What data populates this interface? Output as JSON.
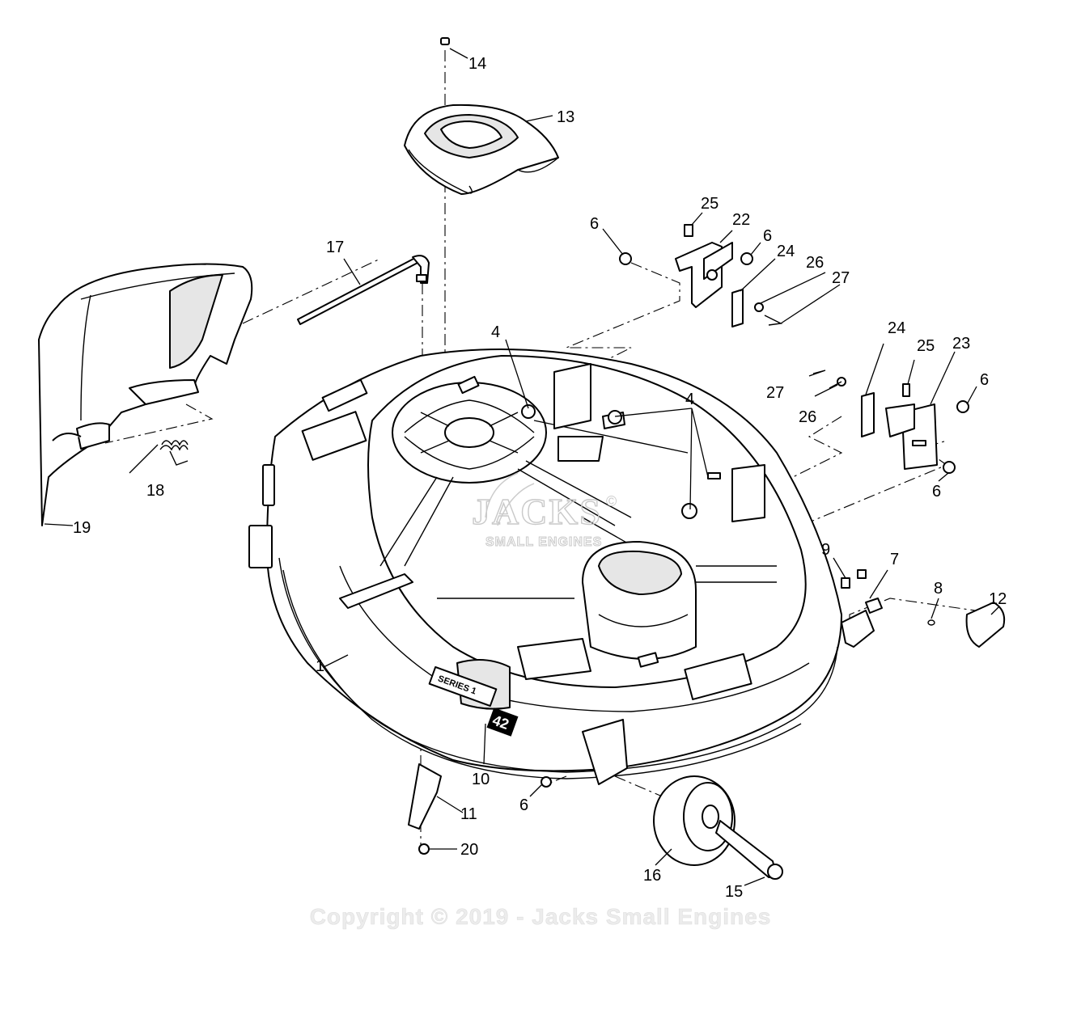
{
  "diagram": {
    "callouts": [
      "1",
      "4",
      "4",
      "6",
      "6",
      "6",
      "6",
      "6",
      "7",
      "8",
      "9",
      "10",
      "11",
      "12",
      "13",
      "14",
      "15",
      "16",
      "17",
      "18",
      "19",
      "20",
      "22",
      "23",
      "24",
      "24",
      "25",
      "25",
      "26",
      "26",
      "27",
      "27"
    ],
    "deck_label": "SERIES 1",
    "deck_size": "42",
    "watermark": {
      "brand": "JACKS",
      "sub": "SMALL ENGINES",
      "mark": "©"
    },
    "copyright": "Copyright © 2019 - Jacks Small Engines"
  }
}
